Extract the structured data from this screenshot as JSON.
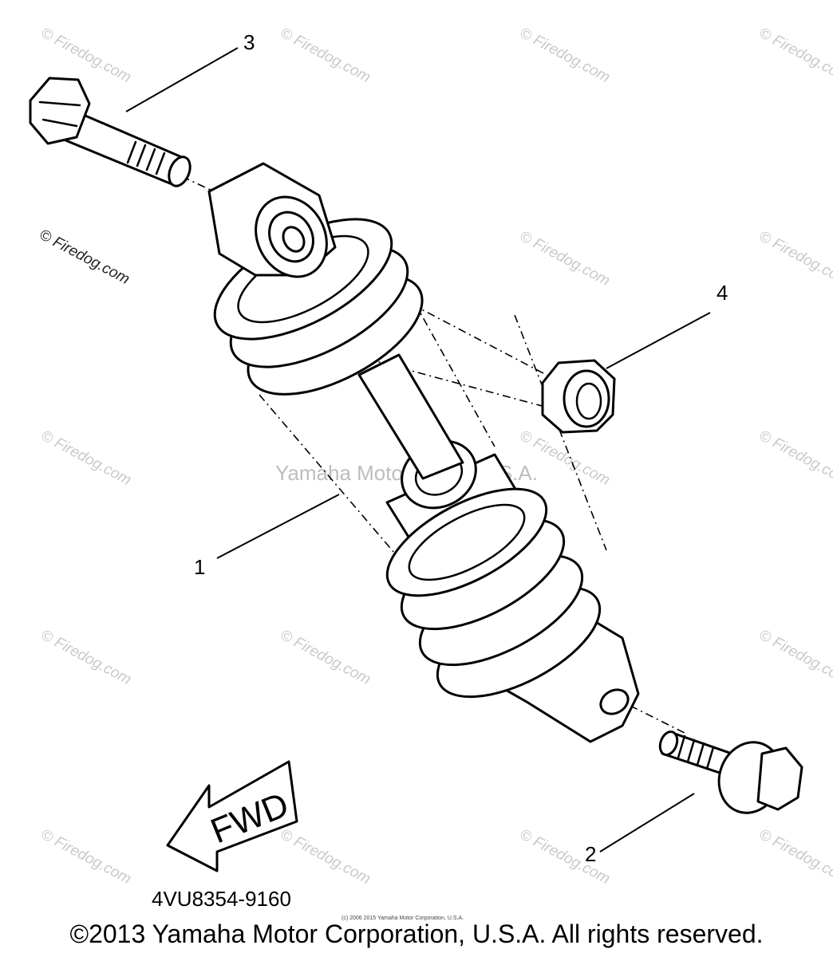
{
  "callouts": {
    "shock_absorber": "1",
    "lower_bolt": "2",
    "upper_bolt": "3",
    "nut": "4"
  },
  "fwd_label": "FWD",
  "center_watermark": "Yamaha Motor Corp., U.S.A.",
  "watermark": "© Firedog.com",
  "part_number": "4VU8354-9160",
  "small_copyright": "(c) 2006 2015 Yamaha Motor Corporation, U.S.A.",
  "copyright": "©2013 Yamaha Motor Corporation, U.S.A. All rights reserved."
}
